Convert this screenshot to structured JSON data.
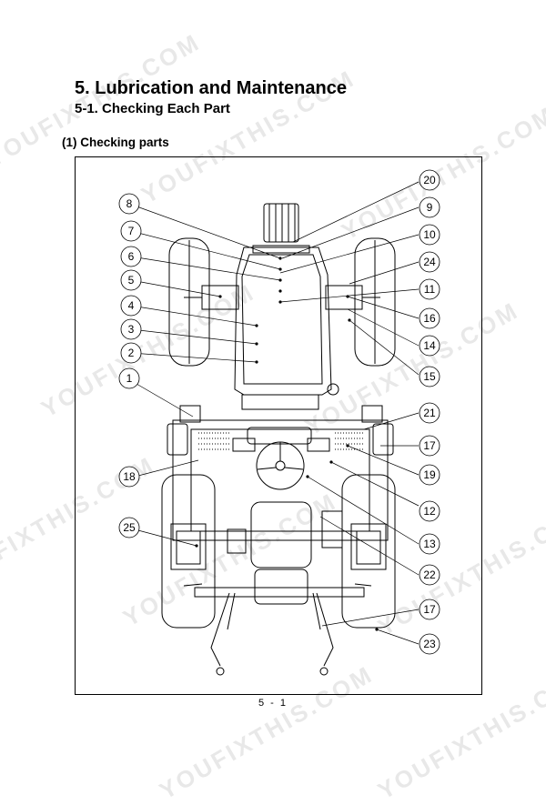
{
  "page": {
    "title": "5. Lubrication and Maintenance",
    "subtitle": "5-1. Checking Each Part",
    "section": "(1) Checking parts",
    "page_number": "5 - 1"
  },
  "callouts_left": [
    "8",
    "7",
    "6",
    "5",
    "4",
    "3",
    "2",
    "1",
    "18",
    "25"
  ],
  "callouts_right": [
    "20",
    "9",
    "10",
    "24",
    "11",
    "16",
    "14",
    "15",
    "21",
    "17",
    "19",
    "12",
    "13",
    "22",
    "17",
    "23"
  ],
  "watermark": "YOUFIXTHIS.COM"
}
